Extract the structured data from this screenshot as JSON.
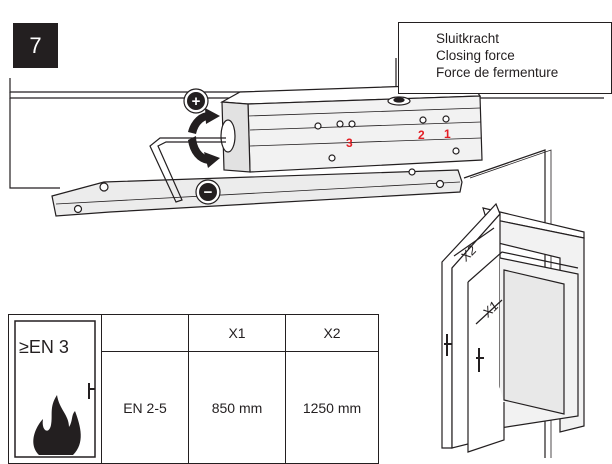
{
  "step": {
    "number": "7"
  },
  "caption": {
    "lines": [
      "Sluitkracht",
      "Closing force",
      "Force de fermenture"
    ]
  },
  "markers": {
    "m3": "3",
    "m2": "2",
    "m1": "1"
  },
  "adjust": {
    "plus": "+",
    "minus": "−"
  },
  "door_labels": {
    "x1": "X1",
    "x2": "X2"
  },
  "table": {
    "symbol": "≥EN 3",
    "headers": [
      "",
      "X1",
      "X2"
    ],
    "rows": [
      [
        "EN 2-5",
        "850 mm",
        "1250 mm"
      ]
    ]
  },
  "colors": {
    "line": "#231f20",
    "marker": "#e31e24",
    "wall": "#f2f2f2"
  }
}
